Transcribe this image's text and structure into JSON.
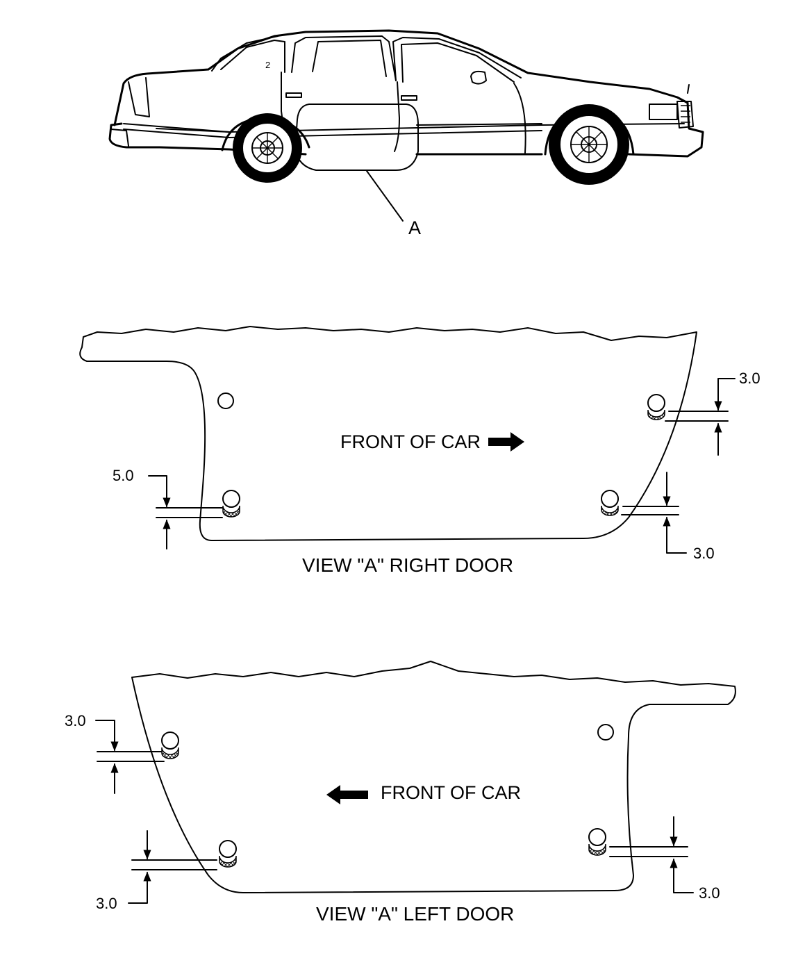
{
  "figure": {
    "callout_label": "A",
    "right_door": {
      "caption": "VIEW \"A\"  RIGHT DOOR",
      "front_label": "FRONT OF CAR",
      "dim_lower_rear": "5.0",
      "dim_upper_front": "3.0",
      "dim_lower_front": "3.0"
    },
    "left_door": {
      "caption": "VIEW \"A\"  LEFT DOOR",
      "front_label": "FRONT OF CAR",
      "dim_upper_front": "3.0",
      "dim_lower_front": "3.0",
      "dim_lower_rear": "3.0"
    }
  },
  "icons": [
    "car-side-view-illustration",
    "arrow-right-icon",
    "arrow-left-icon",
    "clip-hole-icon",
    "clip-fastener-icon"
  ]
}
